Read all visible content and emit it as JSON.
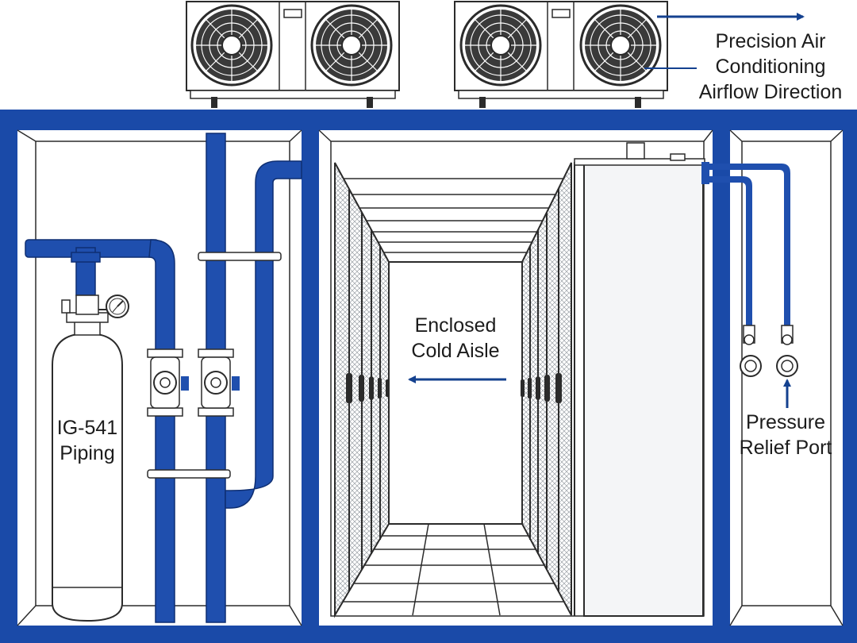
{
  "colors": {
    "pipe_blue": "#1f4fae",
    "frame_blue": "#1a4aa8",
    "arrow_blue": "#14418f",
    "line_dark": "#2b2b2b",
    "background": "#ffffff",
    "panel_gray": "#f4f5f7"
  },
  "labels": {
    "airflow": [
      "Precision Air",
      "Conditioning",
      "Airflow Direction"
    ],
    "cold_aisle": [
      "Enclosed",
      "Cold Aisle"
    ],
    "piping": [
      "IG-541",
      "Piping"
    ],
    "relief": [
      "Pressure",
      "Relief Port"
    ]
  },
  "icons": [
    "fan-icon",
    "pressure-gauge-icon",
    "valve-icon",
    "arrow-icon"
  ]
}
